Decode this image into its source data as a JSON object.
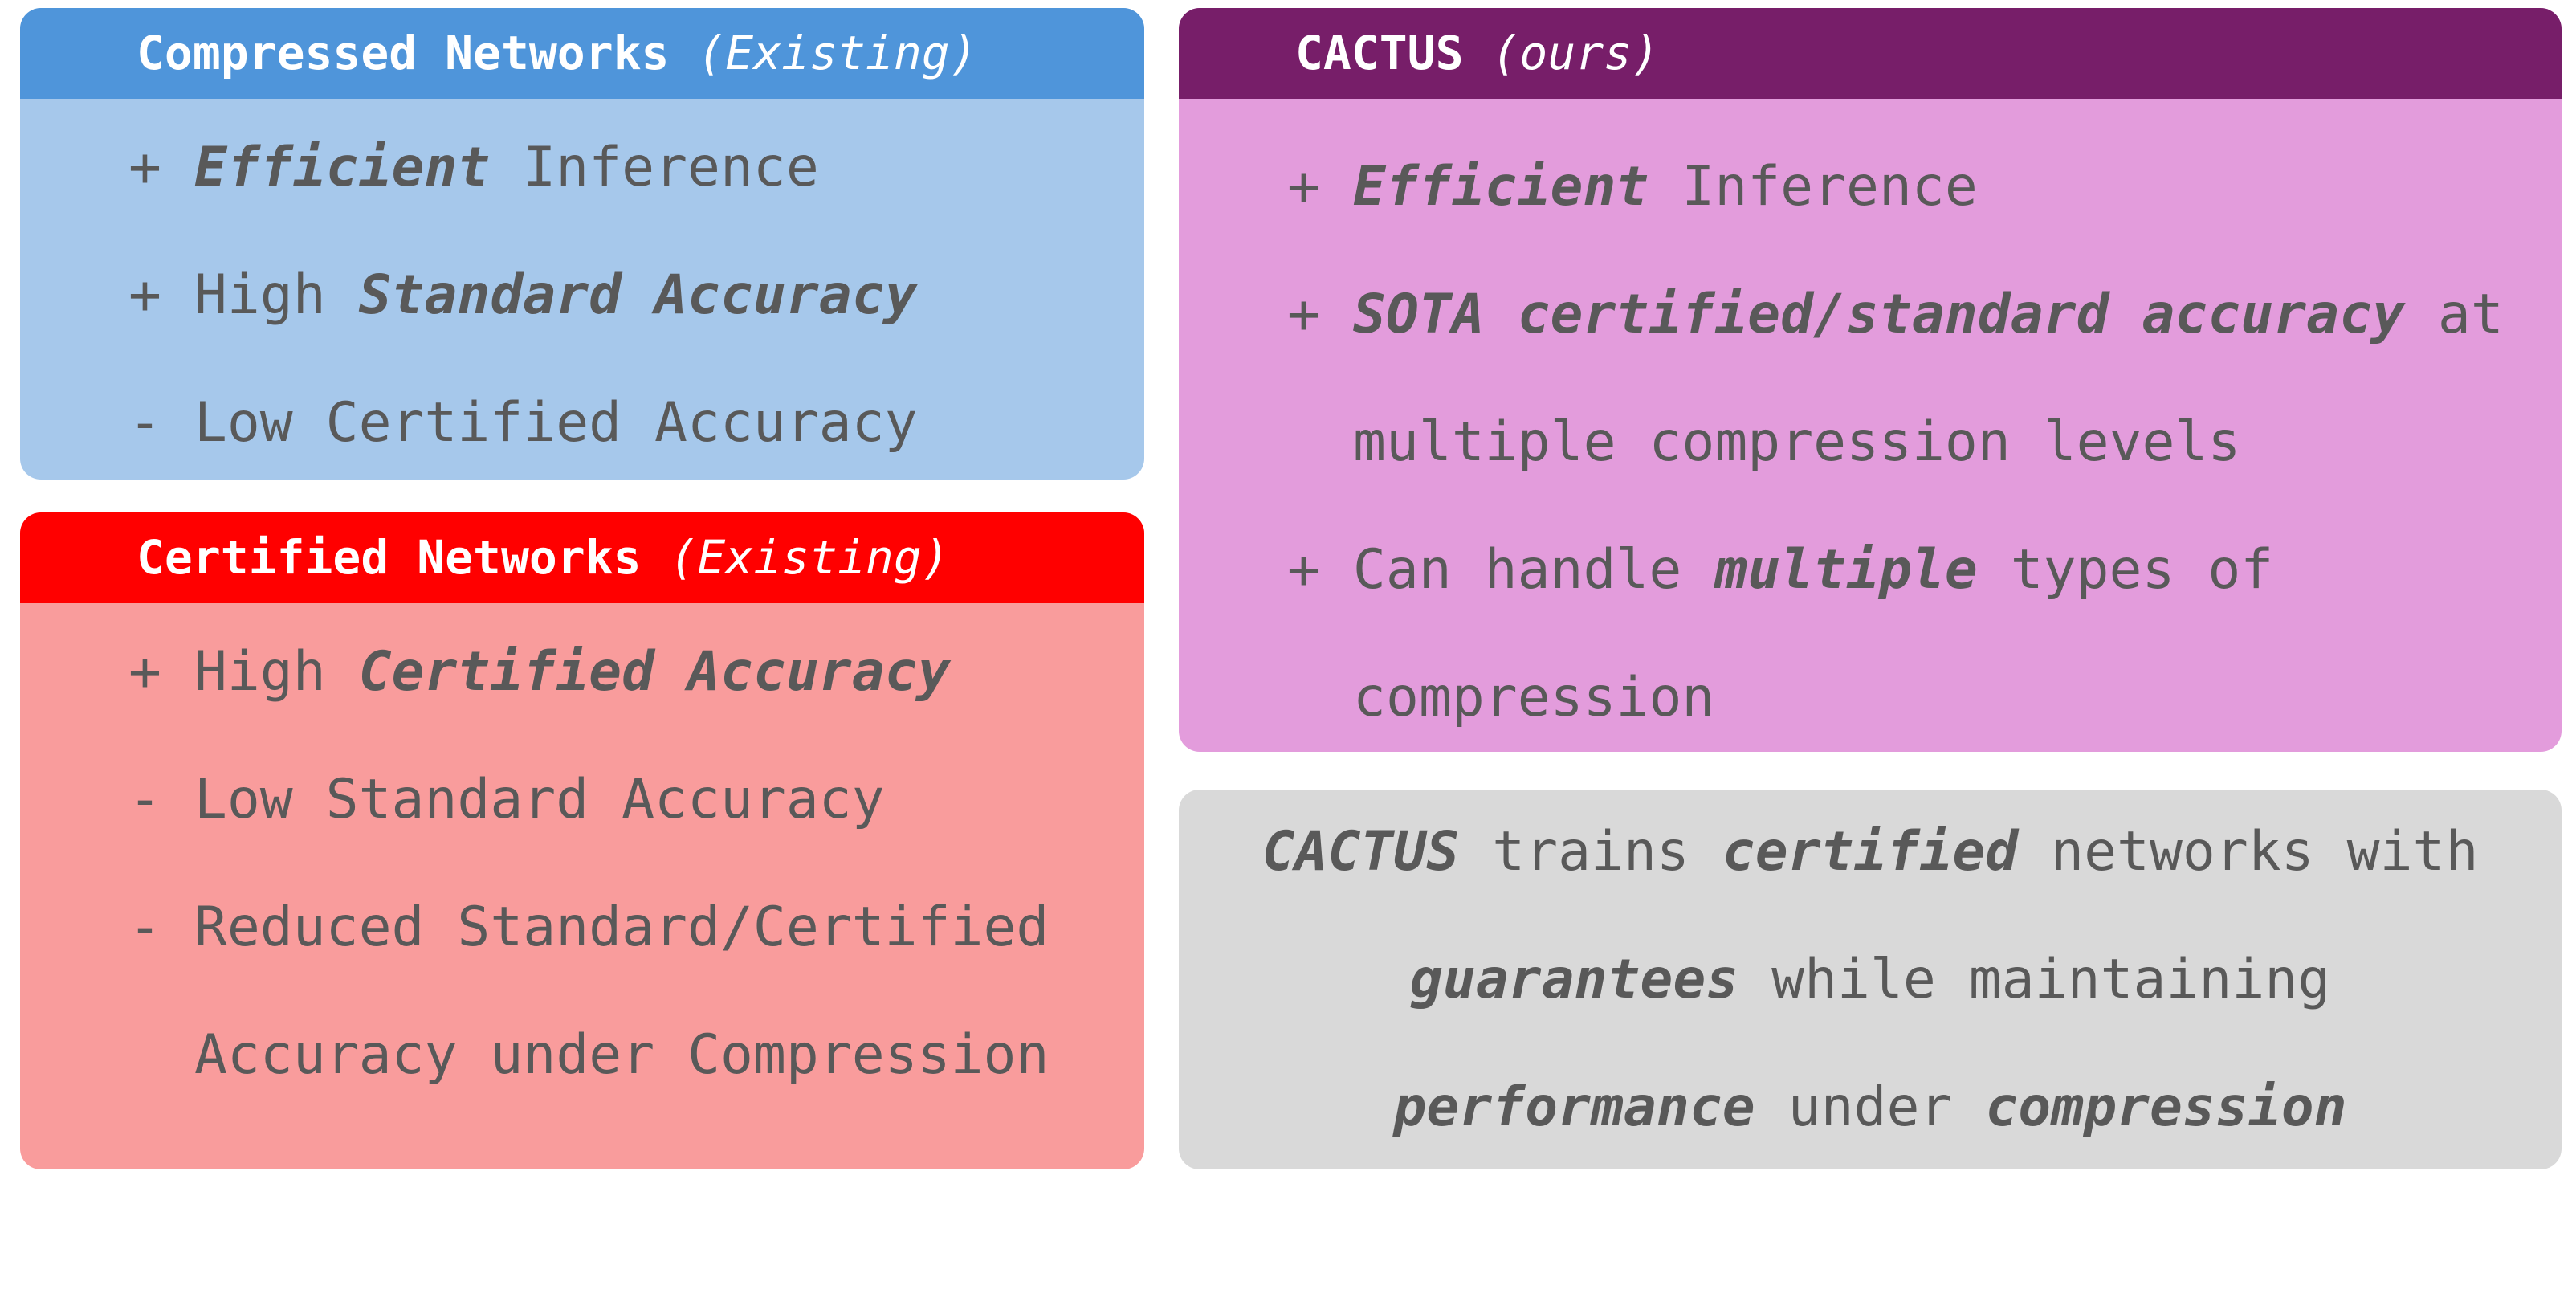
{
  "compressed": {
    "title": "Compressed Networks",
    "tag": "(Existing)",
    "colors": {
      "header": "#4f95da",
      "body": "#a6c8eb"
    },
    "items": [
      {
        "sign": "+",
        "bold": "Efficient",
        "text": " Inference"
      },
      {
        "sign": "+",
        "text": "High ",
        "bold": "Standard Accuracy"
      },
      {
        "sign": "-",
        "text": "Low Certified Accuracy"
      }
    ]
  },
  "certified": {
    "title": "Certified Networks",
    "tag": "(Existing)",
    "colors": {
      "header": "#ff0000",
      "body": "#f99c9c"
    },
    "items": [
      {
        "sign": "+",
        "text": "High ",
        "bold": "Certified Accuracy"
      },
      {
        "sign": "-",
        "text": "Low Standard Accuracy"
      },
      {
        "sign": "-",
        "line1": "Reduced Standard/Certified",
        "line2": "Accuracy under Compression"
      }
    ]
  },
  "cactus": {
    "title": "CACTUS",
    "tag": "(ours)",
    "colors": {
      "header": "#771e69",
      "body": "#e39cdc"
    },
    "items": [
      {
        "sign": "+",
        "bold": "Efficient",
        "text": " Inference"
      },
      {
        "sign": "+",
        "bold": "SOTA certified/standard accuracy",
        "text": " at",
        "line2": "multiple compression levels"
      },
      {
        "sign": "+",
        "text": "Can handle ",
        "bold": "multiple",
        "text2": " types of",
        "line2": "compression"
      }
    ]
  },
  "summary": {
    "colors": {
      "body": "#d9d9d9"
    },
    "l1": {
      "b1": "CACTUS",
      "t1": " trains ",
      "b2": "certified",
      "t2": " networks with"
    },
    "l2": {
      "b1": "guarantees",
      "t1": " while maintaining"
    },
    "l3": {
      "b1": "performance",
      "t1": " under ",
      "b2": "compression"
    }
  }
}
